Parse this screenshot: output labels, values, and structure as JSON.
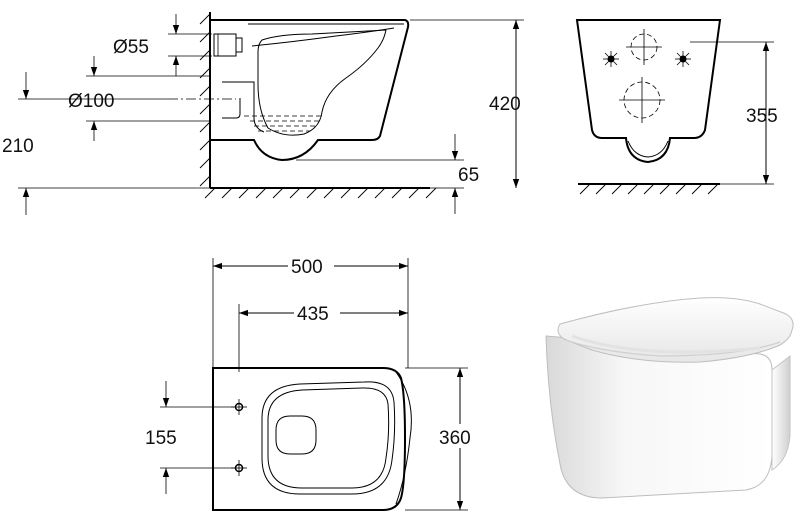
{
  "dimensions": {
    "side_inlet_diameter": "Ø55",
    "side_outlet_diameter": "Ø100",
    "side_outlet_height": "210",
    "side_total_height": "420",
    "side_bowl_clearance": "65",
    "front_fixing_height": "355",
    "top_total_length": "500",
    "top_projection": "435",
    "top_fixing_spacing": "155",
    "top_width": "360"
  },
  "icons": {
    "arrow": "arrowhead-icon",
    "fixing": "fixing-hole-icon"
  },
  "colors": {
    "line": "#000000",
    "ceramic": "#ffffff"
  }
}
